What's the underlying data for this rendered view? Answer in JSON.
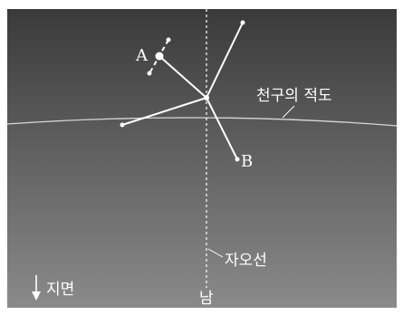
{
  "labels": {
    "star_a": "A",
    "star_b": "B",
    "celestial_equator": "천구의 적도",
    "meridian": "자오선",
    "south": "남",
    "ground": "지면"
  },
  "colors": {
    "sky_top": "#3a3a3a",
    "sky_bottom": "#8a8a8a",
    "line": "#ffffff",
    "equator_line": "#d8d8d8"
  }
}
